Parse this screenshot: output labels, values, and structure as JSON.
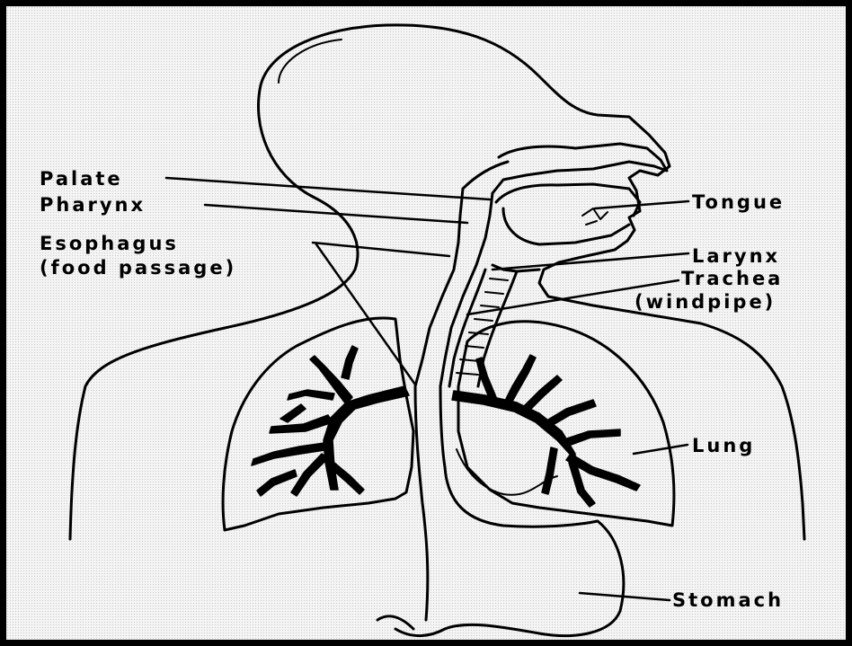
{
  "labels": {
    "palate": "Palate",
    "pharynx": "Pharynx",
    "esophagus_line1": "Esophagus",
    "esophagus_line2": "(food passage)",
    "tongue": "Tongue",
    "larynx": "Larynx",
    "trachea_line1": "Trachea",
    "trachea_line2": "(windpipe)",
    "lung": "Lung",
    "stomach": "Stomach"
  },
  "colors": {
    "ink": "#000000",
    "background": "#f4f4f4",
    "border": "#000000"
  }
}
